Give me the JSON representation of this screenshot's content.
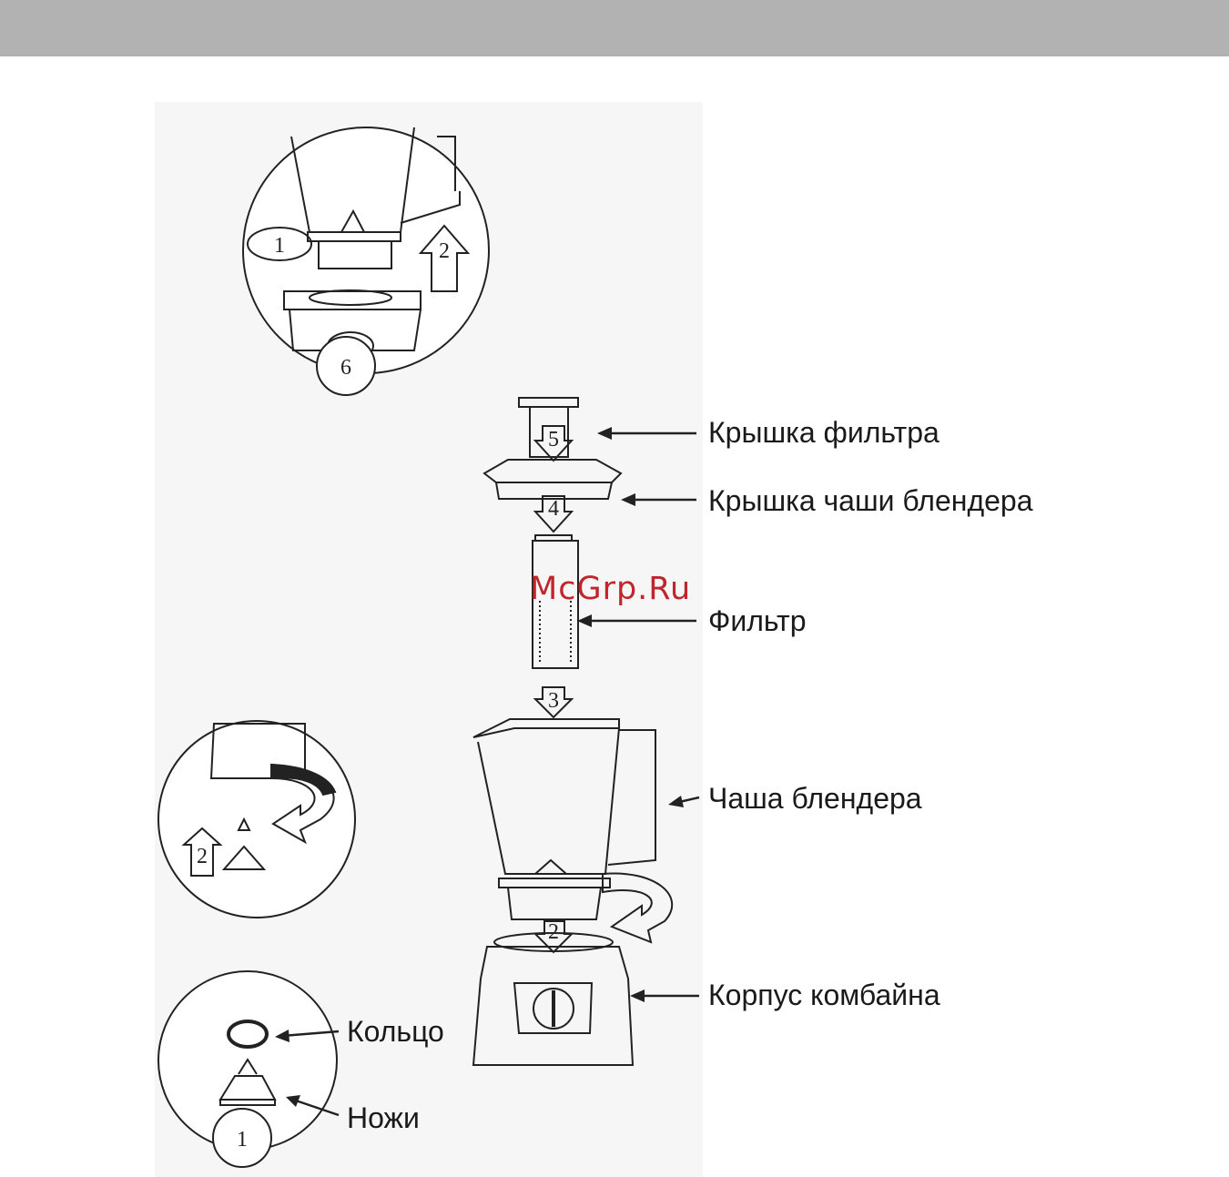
{
  "labels": {
    "filter_lid": "Крышка фильтра",
    "jar_lid": "Крышка чаши блендера",
    "filter": "Фильтр",
    "jar": "Чаша блендера",
    "base": "Корпус комбайна",
    "ring": "Кольцо",
    "blades": "Ножи"
  },
  "watermark": "McGrp.Ru",
  "step_numbers": {
    "top_1": "1",
    "top_2": "2",
    "top_6": "6",
    "s5": "5",
    "s4": "4",
    "s3": "3",
    "s2": "2",
    "mid_2": "2",
    "bottom_1": "1"
  },
  "colors": {
    "header_bar": "#b2b2b2",
    "watermark": "#c0252b"
  }
}
